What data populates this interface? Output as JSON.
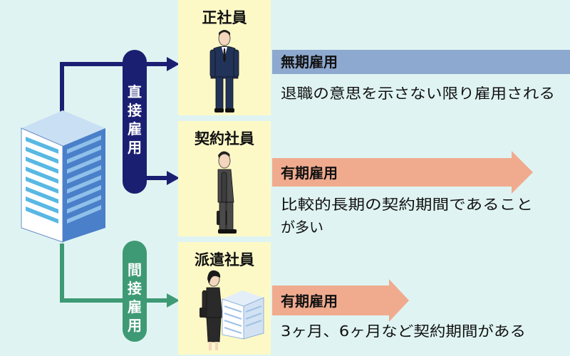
{
  "groups": {
    "direct": {
      "label_chars": [
        "直",
        "接",
        "雇",
        "用"
      ],
      "color": "#1b1f72"
    },
    "indirect": {
      "label_chars": [
        "間",
        "接",
        "雇",
        "用"
      ],
      "color": "#3e9a74"
    }
  },
  "employees": [
    {
      "title": "正社員",
      "term": "無期雇用",
      "desc_lines": [
        "退職の意思を示さない限り雇用される"
      ],
      "term_color": "#8ea9cf"
    },
    {
      "title": "契約社員",
      "term": "有期雇用",
      "desc_lines": [
        "比較的長期の契約期間であること",
        "が多い"
      ],
      "term_color": "#f0ab8f"
    },
    {
      "title": "派遣社員",
      "term": "有期雇用",
      "desc_lines": [
        "3ヶ月、6ヶ月など契約期間がある"
      ],
      "term_color": "#f0ab8f"
    }
  ],
  "colors": {
    "card": "#fdf9c7",
    "background": "#dff4f2"
  }
}
